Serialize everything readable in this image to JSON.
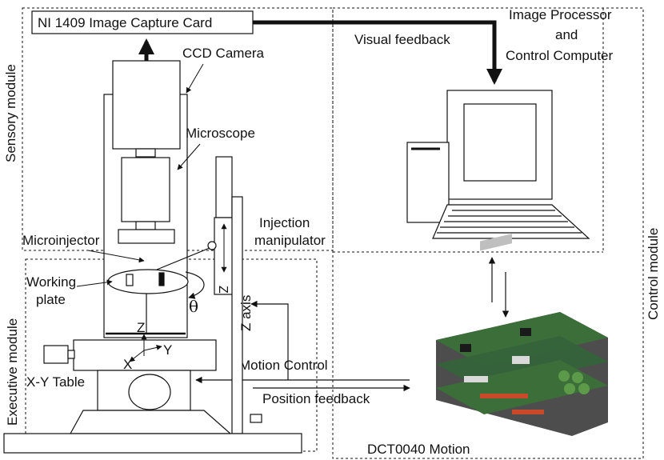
{
  "modules": {
    "sensory": "Sensory module",
    "executive": "Executive module",
    "control": "Control module"
  },
  "labels": {
    "capture_card": "NI 1409 Image Capture Card",
    "ccd_camera": "CCD Camera",
    "microscope": "Microscope",
    "microinjector": "Microinjector",
    "working_plate_line1": "Working",
    "working_plate_line2": "plate",
    "theta": "θ",
    "injection_line1": "Injection",
    "injection_line2": "manipulator",
    "z_axis": "Z axis",
    "z_small": "Z",
    "z_table": "Z",
    "y_axis": "Y",
    "x_axis": "X",
    "xy_table": "X-Y Table",
    "visual_feedback": "Visual feedback",
    "image_processor_line1": "Image Processor",
    "image_processor_line2": "and",
    "image_processor_line3": "Control Computer",
    "motion_control": "Motion Control",
    "position_feedback": "Position feedback",
    "dct_motion": "DCT0040 Motion"
  },
  "colors": {
    "line": "#111111",
    "board_green": "#3c6e3a",
    "board_dark": "#2b2b2b"
  }
}
